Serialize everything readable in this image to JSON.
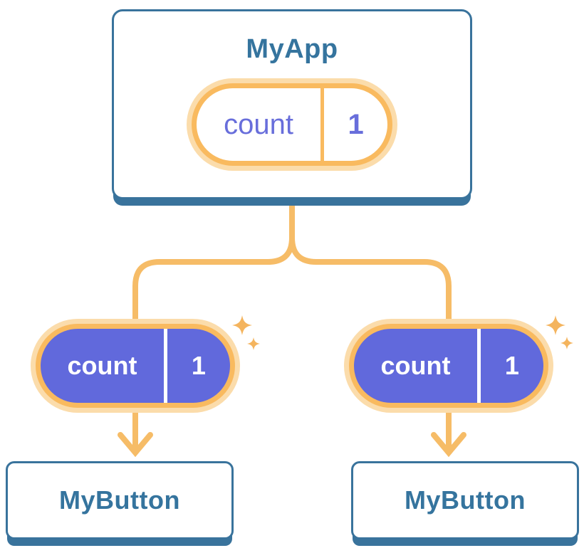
{
  "diagram": {
    "root": {
      "title": "MyApp",
      "state": {
        "label": "count",
        "value": "1"
      }
    },
    "children": [
      {
        "title": "MyButton",
        "state": {
          "label": "count",
          "value": "1"
        }
      },
      {
        "title": "MyButton",
        "state": {
          "label": "count",
          "value": "1"
        }
      }
    ],
    "icons": {
      "sparkle": "four-point-sparkle",
      "arrow": "arrow-down"
    }
  },
  "colors": {
    "blue_border": "#39739C",
    "blue_text": "#35749E",
    "orange_line": "#F6BC67",
    "orange_pill_border": "#F9BA5F",
    "orange_glow": "#FBDCAB",
    "orange_sparkle": "#F4B45E",
    "purple_fill": "#6169DC",
    "purple_text": "#686EDB",
    "card_bg": "#FFFFFF"
  }
}
